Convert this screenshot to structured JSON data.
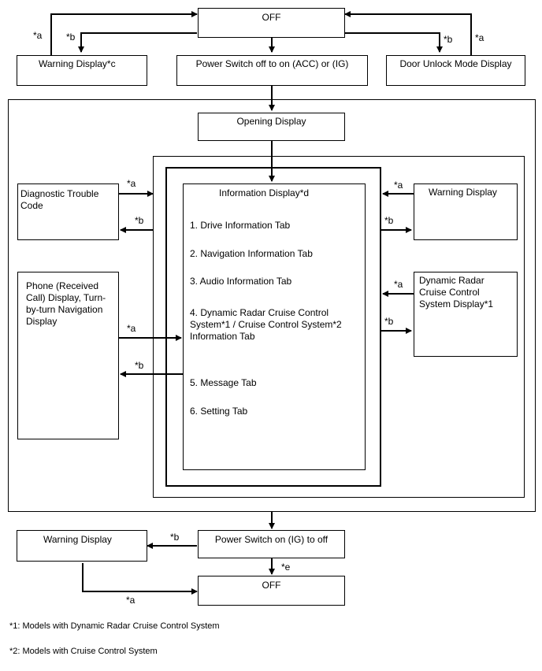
{
  "top": {
    "off": "OFF",
    "warning": "Warning Display*c",
    "power_on": "Power Switch off to on (ACC) or (IG)",
    "door_unlock": "Door Unlock Mode Display"
  },
  "main": {
    "opening": "Opening Display",
    "dtc": "Diagnostic Trouble\nCode",
    "phone": "Phone (Received\nCall) Display, Turn-\nby-turn Navigation\nDisplay",
    "warning_right": "Warning Display",
    "radar": "Dynamic Radar\nCruise Control\nSystem Display*1",
    "info_title": "Information Display*d",
    "tabs": [
      "1. Drive Information Tab",
      "2. Navigation Information Tab",
      "3. Audio Information Tab",
      "4. Dynamic Radar Cruise Control\nSystem*1 / Cruise Control System*2\nInformation Tab",
      "5. Message Tab",
      "6. Setting Tab"
    ]
  },
  "bottom": {
    "warning": "Warning Display",
    "power_off": "Power Switch on (IG) to off",
    "off": "OFF"
  },
  "labels": {
    "a": "*a",
    "b": "*b",
    "e": "*e"
  },
  "footnotes": [
    "*1: Models with Dynamic Radar Cruise Control System",
    "*2: Models with Cruise Control System"
  ]
}
